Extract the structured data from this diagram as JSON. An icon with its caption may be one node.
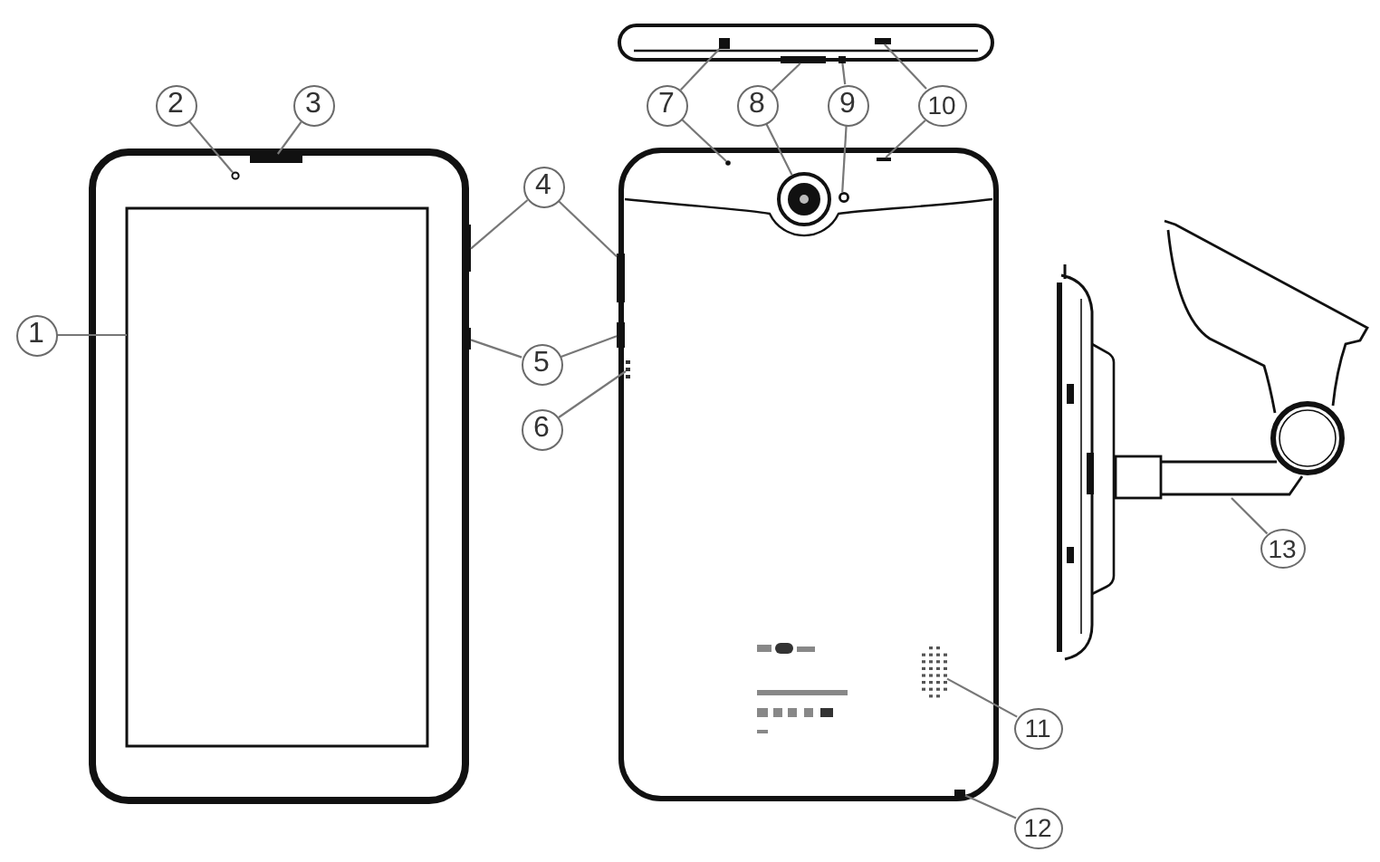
{
  "diagram": {
    "nodes": [
      {
        "text": [
          "1"
        ]
      },
      {
        "text": [],
        "shape": "box"
      },
      {
        "text": [
          "2"
        ]
      },
      {
        "text": [],
        "shape": "circle"
      },
      {
        "text": [
          "3"
        ]
      },
      {
        "text": [],
        "shape": "bar"
      },
      {
        "text": [
          "4"
        ]
      },
      {
        "text": [],
        "shape": "bar"
      },
      {
        "text": [],
        "shape": "bar"
      },
      {
        "text": [
          "5"
        ]
      },
      {
        "text": [],
        "shape": "bar"
      },
      {
        "text": [],
        "shape": "bar"
      },
      {
        "text": [
          "6"
        ]
      },
      {
        "text": [],
        "shape": "picture"
      },
      {
        "text": [
          "7"
        ]
      },
      {
        "text": [],
        "shape": "box"
      },
      {
        "text": [],
        "shape": "circle"
      },
      {
        "text": [
          "8"
        ]
      },
      {
        "text": [],
        "shape": "bar"
      },
      {
        "text": [],
        "shape": "circle"
      },
      {
        "text": [
          "9"
        ]
      },
      {
        "text": [],
        "shape": "box"
      },
      {
        "text": [],
        "shape": "circle"
      },
      {
        "text": [
          "10"
        ]
      },
      {
        "text": [],
        "shape": "bar"
      },
      {
        "text": [],
        "shape": "bar"
      },
      {
        "text": [
          "11"
        ]
      },
      {
        "text": [],
        "shape": "picture"
      },
      {
        "text": [
          "12"
        ]
      },
      {
        "text": [],
        "shape": "box"
      },
      {
        "text": [
          "13"
        ]
      },
      {
        "text": [],
        "shape": "picture"
      }
    ],
    "edges": [
      {
        "from": 0,
        "to": 1,
        "arrow": "none"
      },
      {
        "from": 2,
        "to": 3,
        "arrow": "none"
      },
      {
        "from": 4,
        "to": 5,
        "arrow": "none"
      },
      {
        "from": 6,
        "to": 7,
        "arrow": "none"
      },
      {
        "from": 6,
        "to": 8,
        "arrow": "none"
      },
      {
        "from": 9,
        "to": 10,
        "arrow": "none"
      },
      {
        "from": 9,
        "to": 11,
        "arrow": "none"
      },
      {
        "from": 12,
        "to": 13,
        "arrow": "none"
      },
      {
        "from": 14,
        "to": 15,
        "arrow": "none"
      },
      {
        "from": 14,
        "to": 16,
        "arrow": "none"
      },
      {
        "from": 17,
        "to": 18,
        "arrow": "none"
      },
      {
        "from": 17,
        "to": 19,
        "arrow": "none"
      },
      {
        "from": 20,
        "to": 21,
        "arrow": "none"
      },
      {
        "from": 20,
        "to": 22,
        "arrow": "none"
      },
      {
        "from": 23,
        "to": 24,
        "arrow": "none"
      },
      {
        "from": 23,
        "to": 25,
        "arrow": "none"
      },
      {
        "from": 26,
        "to": 27,
        "arrow": "none"
      },
      {
        "from": 28,
        "to": 29,
        "arrow": "none"
      },
      {
        "from": 30,
        "to": 31,
        "arrow": "none"
      }
    ]
  }
}
